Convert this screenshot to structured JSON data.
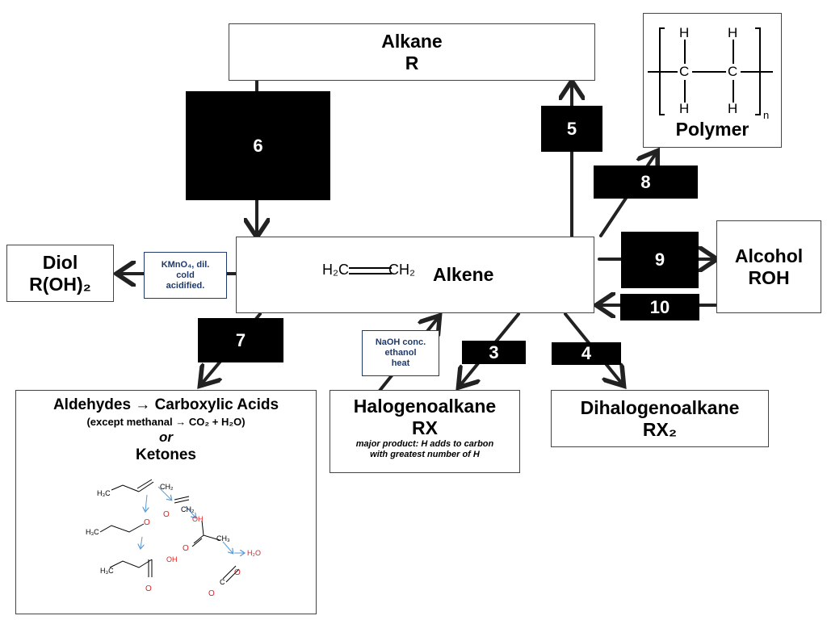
{
  "alkane": {
    "name": "Alkane",
    "formula": "R"
  },
  "polymer": {
    "label": "Polymer",
    "h_labels": [
      "H",
      "H",
      "H",
      "H"
    ],
    "c_labels": [
      "C",
      "C"
    ],
    "subscript": "n"
  },
  "alkene": {
    "name": "Alkene",
    "structure_left": "H₂C",
    "structure_right": "CH₂"
  },
  "diol": {
    "name": "Diol",
    "formula": "R(OH)₂"
  },
  "alcohol": {
    "name": "Alcohol",
    "formula": "ROH"
  },
  "halogenoalkane": {
    "name": "Halogenoalkane",
    "formula": "RX",
    "note_line1": "major product: H adds to carbon",
    "note_line2": "with greatest number of H"
  },
  "dihalogenoalkane": {
    "name": "Dihalogenoalkane",
    "formula": "RX₂"
  },
  "oxidation": {
    "line1": "Aldehydes → Carboxylic Acids",
    "line2": "(except methanal → CO₂ + H₂O)",
    "or": "or",
    "line3": "Ketones",
    "struct_labels": [
      "H₃C",
      "CH₂",
      "O",
      "CH₂",
      "OH",
      "H₃C",
      "O",
      "CH₃",
      "H₂O",
      "O",
      "H₃C",
      "OH",
      "O",
      "O",
      "C",
      "O"
    ]
  },
  "conditions": {
    "kmno4": [
      "KMnO₄, dil.",
      "cold",
      "acidified."
    ],
    "naoh": [
      "NaOH conc.",
      "ethanol",
      "heat"
    ]
  },
  "reactions": [
    "6",
    "5",
    "8",
    "9",
    "10",
    "7",
    "3",
    "4"
  ],
  "colors": {
    "arrow": "#222222",
    "box_fill": "#000000",
    "condition_text": "#1f3a6b",
    "oxygen": "#e02020",
    "mini_arrow": "#5b9bd5"
  }
}
